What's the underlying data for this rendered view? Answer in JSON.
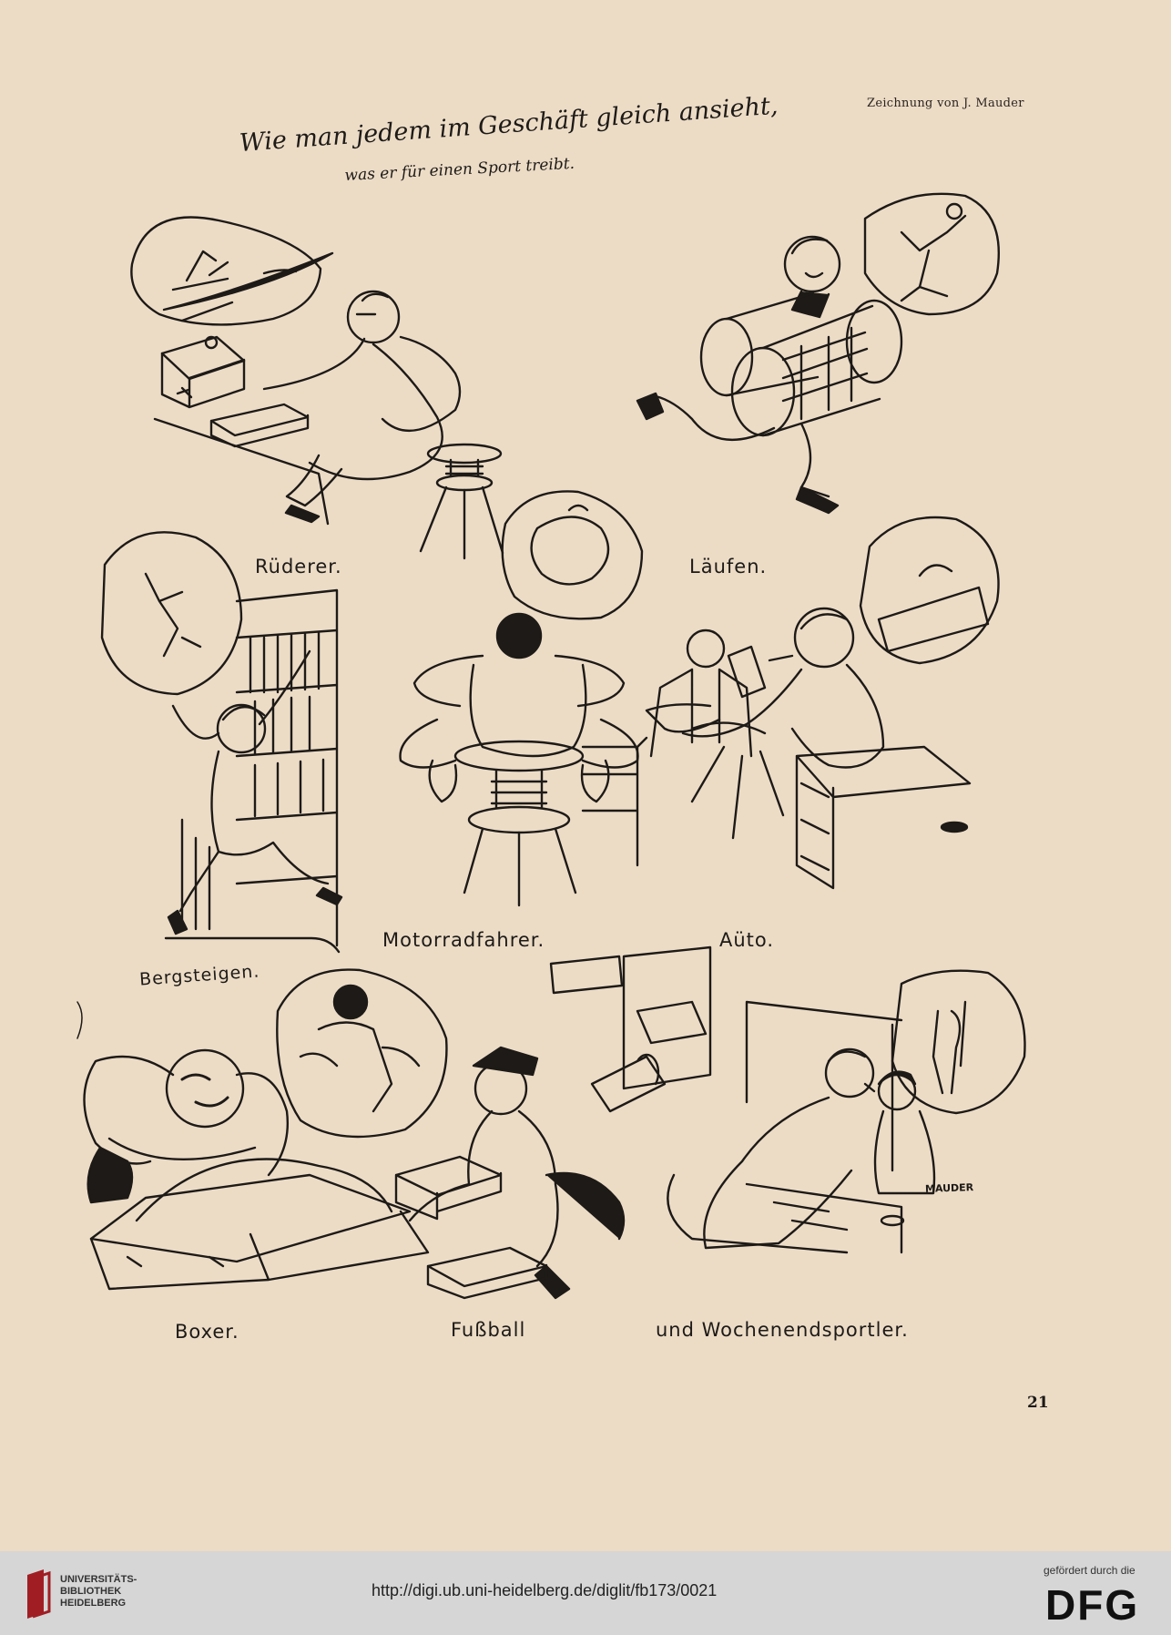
{
  "credit": "Zeichnung von J. Mauder",
  "title": {
    "line1": "Wie man jedem im Geschäft gleich ansieht,",
    "line2": "was er für einen Sport treibt."
  },
  "captions": {
    "ruderer": "Rüderer.",
    "laufen": "Läufen.",
    "motorradfahrer": "Motorradfahrer.",
    "auto": "Aüto.",
    "bergsteigen": "Bergsteigen.",
    "boxer": "Boxer.",
    "fussball": "Fußball",
    "wochenend": "und Wochenendsportler."
  },
  "signature": "MAUDER",
  "page_number": "21",
  "footer": {
    "logo_line1": "UNIVERSITÄTS-",
    "logo_line2": "BIBLIOTHEK",
    "logo_line3": "HEIDELBERG",
    "url": "http://digi.ub.uni-heidelberg.de/diglit/fb173/0021",
    "funded_by": "gefördert durch die",
    "dfg": "DFG"
  },
  "colors": {
    "paper": "#ecdcc6",
    "ink": "#1d1a17",
    "footer_bg": "#d6d6d6",
    "logo_red": "#a01e23"
  }
}
